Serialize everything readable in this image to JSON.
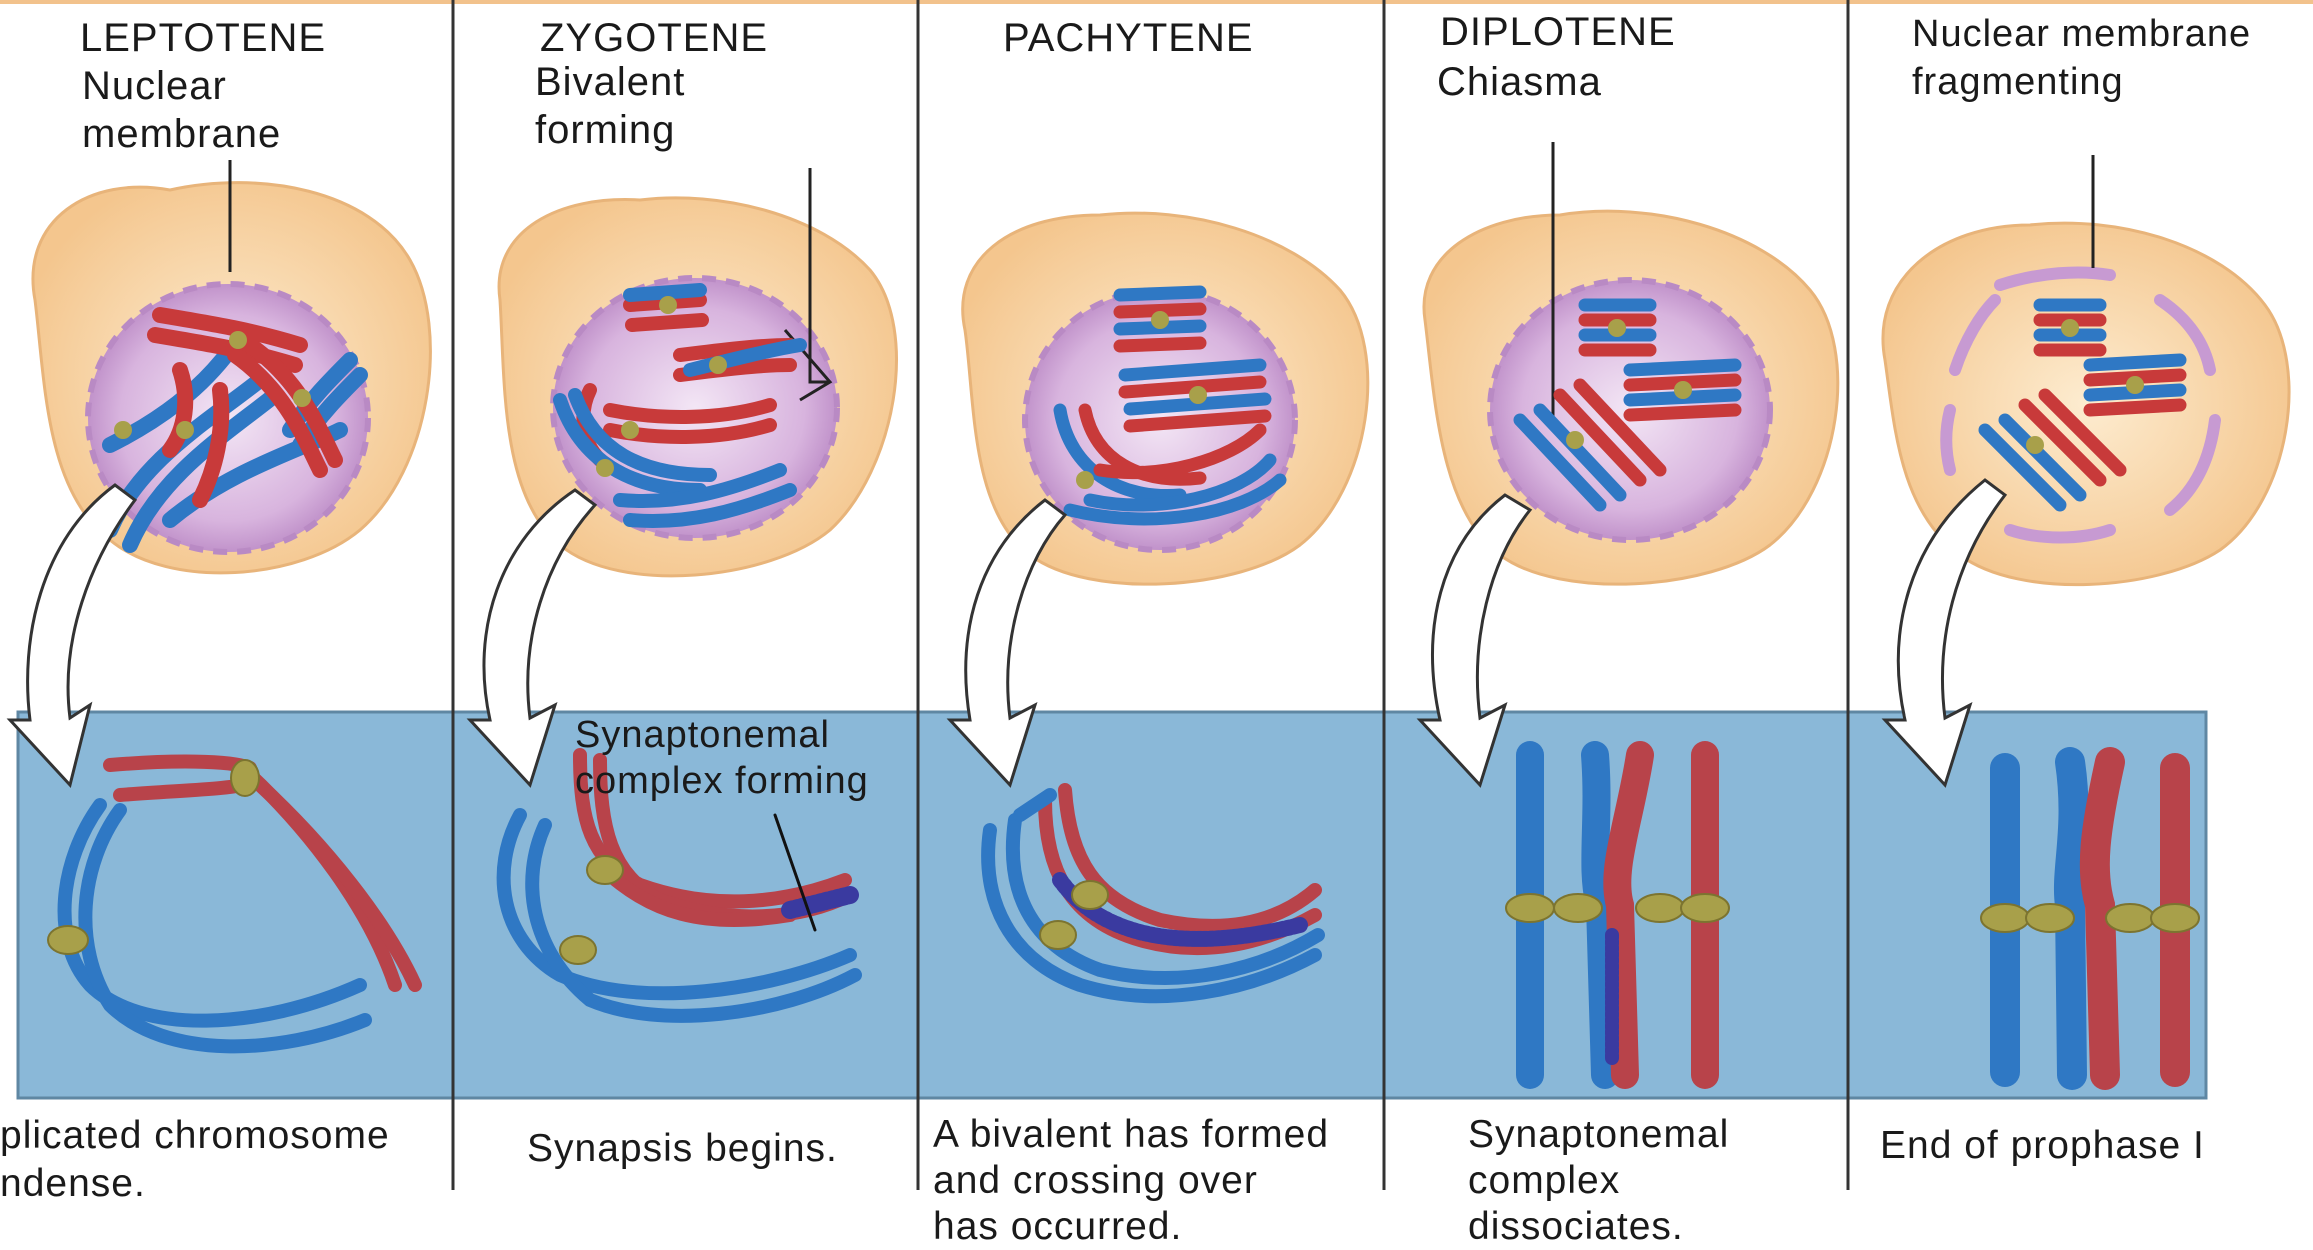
{
  "colors": {
    "cell": "#f8d7a8",
    "cell_edge": "#e8b47a",
    "nucleus": "#d9b8e0",
    "nucleus_edge": "#b98ac4",
    "blue_chromosome": "#2f78c4",
    "red_chromosome": "#c83a3a",
    "centromere": "#a8a04a",
    "detail_panel": "#8ab8d8",
    "synaptonemal": "#3a3aa0"
  },
  "stages": [
    {
      "title": "LEPTOTENE",
      "sublabel": "Nuclear\nmembrane",
      "caption": "plicated chromosome\nndense."
    },
    {
      "title": "ZYGOTENE",
      "sublabel": "Bivalent\nforming",
      "caption": "Synapsis begins."
    },
    {
      "title": "PACHYTENE",
      "sublabel": "",
      "caption": "A bivalent has formed\nand crossing over\nhas occurred."
    },
    {
      "title": "DIPLOTENE",
      "sublabel": "Chiasma",
      "caption": "Synaptonemal\ncomplex\ndissociates."
    },
    {
      "title": "",
      "sublabel": "Nuclear membrane\nfragmenting",
      "caption": "End of prophase I"
    }
  ],
  "callouts": {
    "synaptonemal": "Synaptonemal\ncomplex forming"
  }
}
